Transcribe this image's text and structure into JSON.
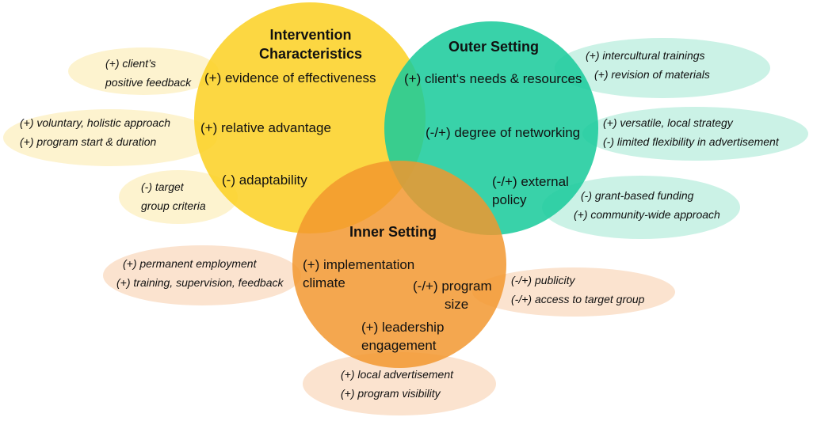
{
  "colors": {
    "intervention_circle": "#FCD023",
    "outer_circle": "#18CB9B",
    "inner_circle": "#F2962D",
    "intervention_bubble": "#FDF3CF",
    "outer_bubble": "#CBF2E6",
    "inner_bubble": "#FBE3CF"
  },
  "intervention": {
    "title_l1": "Intervention",
    "title_l2": "Characteristics",
    "f1": "(+) evidence of effectiveness",
    "f2": "(+) relative advantage",
    "f3": "(-) adaptability"
  },
  "outer": {
    "title": "Outer Setting",
    "f1": "(+) client‘s needs & resources",
    "f2": "(-/+) degree of networking",
    "f3_l1": "(-/+) external",
    "f3_l2": "policy"
  },
  "inner": {
    "title": "Inner Setting",
    "f1_l1": "(+) implementation",
    "f1_l2": "climate",
    "f2_l1": "(-/+) program",
    "f2_l2": "size",
    "f3_l1": "(+) leadership",
    "f3_l2": "engagement"
  },
  "bubbles": {
    "int_top_l1": "(+) client’s",
    "int_top_l2": "positive feedback",
    "int_mid_l1": "(+) voluntary, holistic approach",
    "int_mid_l2": "(+) program start & duration",
    "int_bot_l1": "(-) target",
    "int_bot_l2": "group criteria",
    "out_top_l1": "(+) intercultural trainings",
    "out_top_l2": "(+) revision of materials",
    "out_mid_l1": "(+) versatile, local strategy",
    "out_mid_l2": "(-) limited flexibility in advertisement",
    "out_bot_l1": "(-) grant-based funding",
    "out_bot_l2": "(+) community-wide approach",
    "inn_left_l1": "(+) permanent employment",
    "inn_left_l2": "(+) training, supervision, feedback",
    "inn_right_l1": "(-/+) publicity",
    "inn_right_l2": "(-/+) access to target group",
    "inn_bot_l1": "(+) local advertisement",
    "inn_bot_l2": "(+) program visibility"
  }
}
